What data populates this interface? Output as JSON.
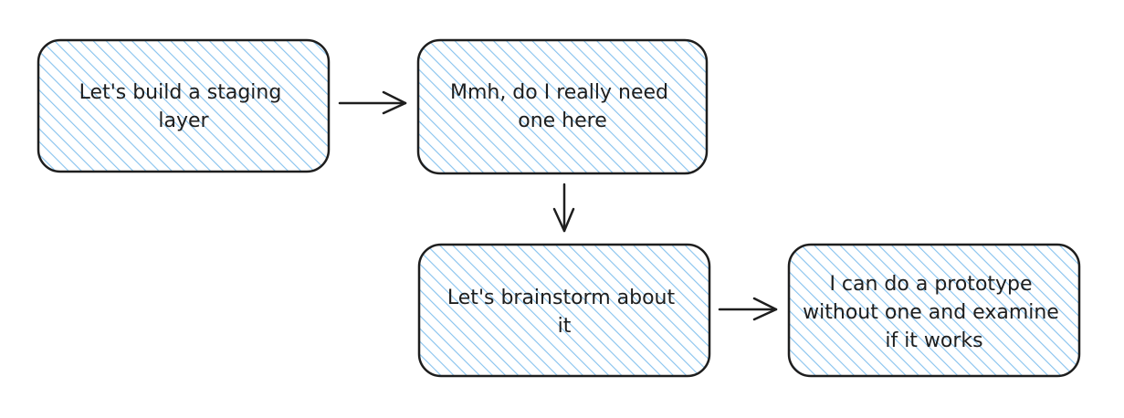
{
  "diagram": {
    "nodes": [
      {
        "id": "n1",
        "lines": [
          "Let's build a staging",
          "layer"
        ]
      },
      {
        "id": "n2",
        "lines": [
          "Mmh, do I really need",
          "one here"
        ]
      },
      {
        "id": "n3",
        "lines": [
          "Let's brainstorm about",
          "it"
        ]
      },
      {
        "id": "n4",
        "lines": [
          "I can do a prototype",
          "without one and examine",
          "if it works"
        ]
      }
    ],
    "edges": [
      {
        "from": "n1",
        "to": "n2"
      },
      {
        "from": "n2",
        "to": "n3"
      },
      {
        "from": "n3",
        "to": "n4"
      }
    ],
    "colors": {
      "fill": "#a5d8ff",
      "stroke": "#1e1e1e",
      "hatch": "#74b9e8"
    }
  }
}
